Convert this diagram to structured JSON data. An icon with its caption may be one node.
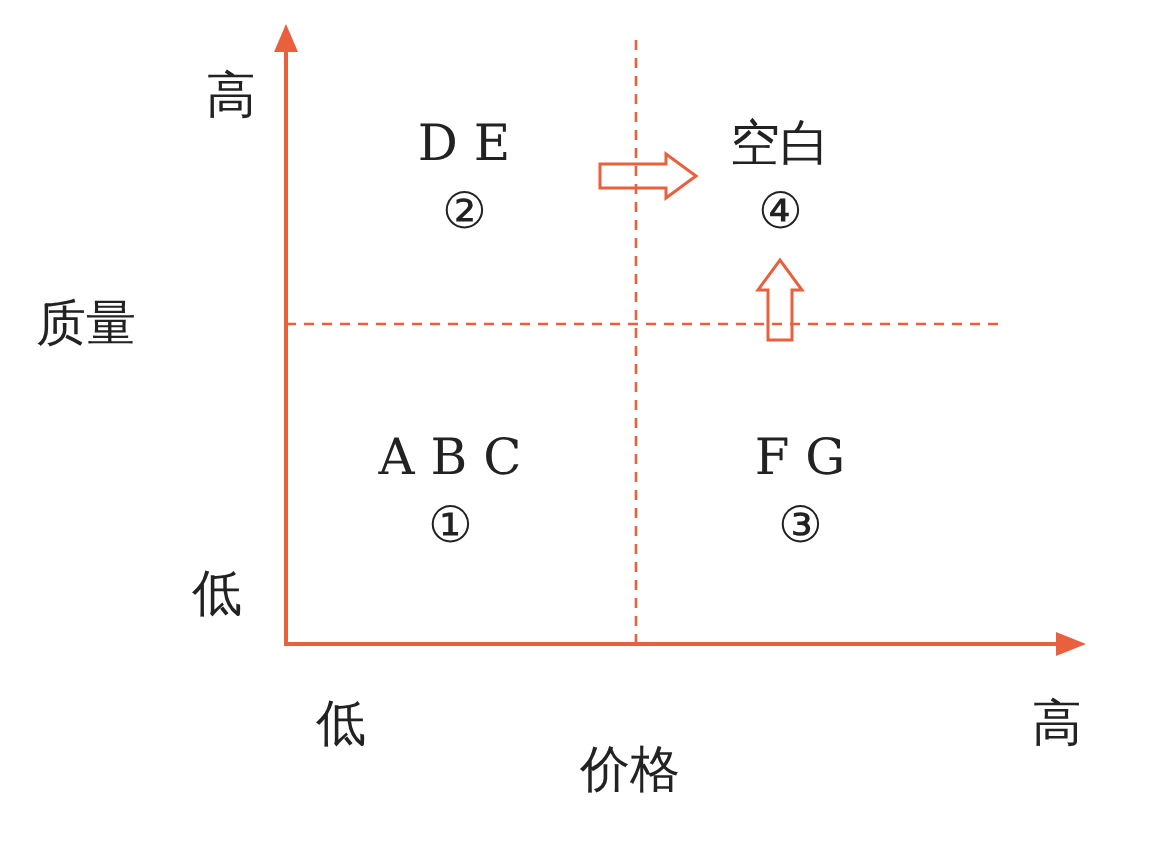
{
  "diagram": {
    "nodes": [
      {
        "text": [
          "D E",
          "②"
        ]
      },
      {
        "text": [
          "空白",
          "④"
        ]
      },
      {
        "text": [
          "A B C",
          "①"
        ]
      },
      {
        "text": [
          "F G",
          "③"
        ]
      }
    ],
    "edges": [
      {
        "from": 0,
        "to": 1,
        "arrow": "to"
      },
      {
        "from": 3,
        "to": 1,
        "arrow": "to"
      }
    ],
    "labels": [
      "高",
      "质量",
      "低",
      "低",
      "价格",
      "高"
    ]
  }
}
